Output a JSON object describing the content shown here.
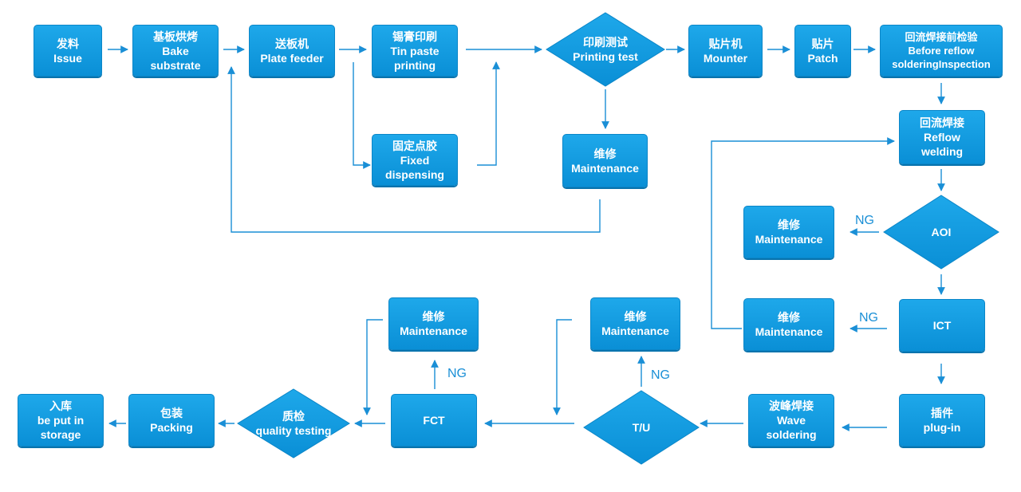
{
  "nodes": {
    "issue": {
      "zh": "发料",
      "en": "Issue"
    },
    "bake": {
      "zh": "基板烘烤",
      "en1": "Bake",
      "en2": "substrate"
    },
    "plate_feeder": {
      "zh": "送板机",
      "en": "Plate feeder"
    },
    "tin_paste": {
      "zh": "锡膏印刷",
      "en1": "Tin paste",
      "en2": "printing"
    },
    "fixed_dispensing": {
      "zh": "固定点胶",
      "en1": "Fixed",
      "en2": "dispensing"
    },
    "printing_test": {
      "zh": "印刷测试",
      "en": "Printing test"
    },
    "maint_print": {
      "zh": "维修",
      "en": "Maintenance"
    },
    "mounter": {
      "zh": "贴片机",
      "en": "Mounter"
    },
    "patch": {
      "zh": "贴片",
      "en": "Patch"
    },
    "before_reflow": {
      "zh": "回流焊接前检验",
      "en1": "Before reflow",
      "en2": "solderingInspection"
    },
    "reflow": {
      "zh": "回流焊接",
      "en1": "Reflow",
      "en2": "welding"
    },
    "aoi": {
      "en": "AOI"
    },
    "maint_aoi": {
      "zh": "维修",
      "en": "Maintenance"
    },
    "ict": {
      "en": "ICT"
    },
    "maint_ict": {
      "zh": "维修",
      "en": "Maintenance"
    },
    "plugin": {
      "zh": "插件",
      "en": "plug-in"
    },
    "wave": {
      "zh": "波峰焊接",
      "en1": "Wave",
      "en2": "soldering"
    },
    "tu": {
      "en": "T/U"
    },
    "maint_tu": {
      "zh": "维修",
      "en": "Maintenance"
    },
    "fct": {
      "en": "FCT"
    },
    "maint_fct": {
      "zh": "维修",
      "en": "Maintenance"
    },
    "quality": {
      "zh": "质检",
      "en": "quality testing"
    },
    "packing": {
      "zh": "包装",
      "en": "Packing"
    },
    "storage": {
      "zh": "入库",
      "en1": "be put in",
      "en2": "storage"
    }
  },
  "ng_label": "NG",
  "colors": {
    "box": "#0a9ae0",
    "line": "#1a8fd6"
  }
}
